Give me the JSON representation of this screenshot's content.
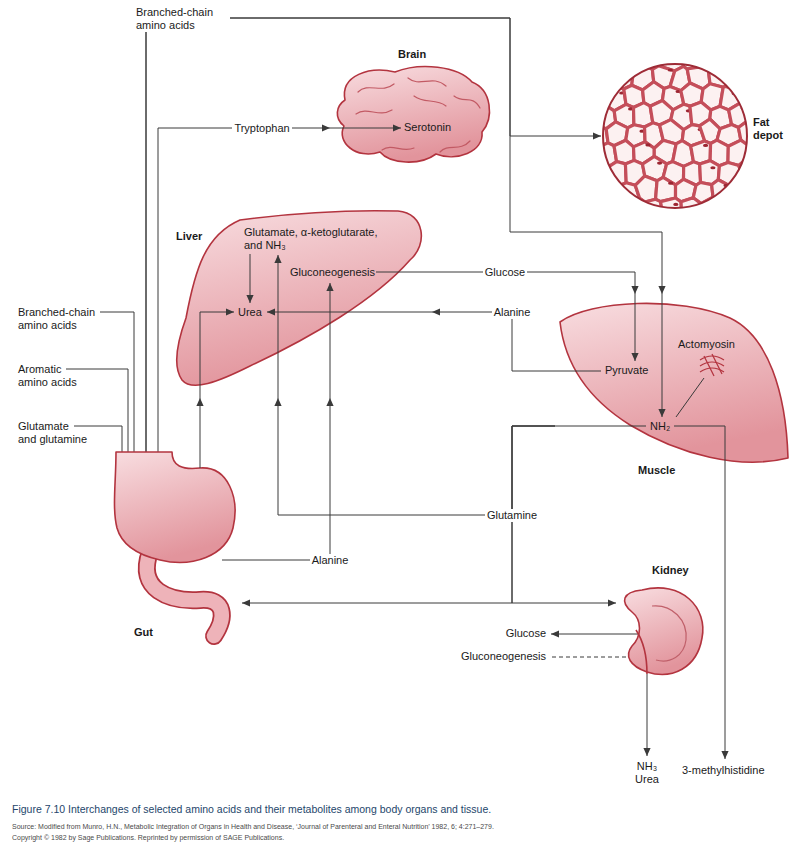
{
  "diagram": {
    "caption": "Figure 7.10 Interchanges of selected amino acids and their metabolites among body organs and tissue.",
    "nodes": [
      {
        "text": [
          "Brain",
          "Serotonin"
        ]
      },
      {
        "text": [
          "Fat depot"
        ]
      },
      {
        "text": [
          "Liver",
          "Glutamate, α-ketoglutarate, and NH₃",
          "Urea",
          "Gluconeogenesis"
        ]
      },
      {
        "text": [
          "Actomyosin",
          "Pyruvate",
          "NH₂",
          "Muscle"
        ]
      },
      {
        "text": [
          "Gut"
        ]
      },
      {
        "text": [
          "Kidney"
        ]
      }
    ],
    "edges": [
      {
        "from": 4,
        "to": 1,
        "label": "Branched-chain amino acids",
        "arrow": "to"
      },
      {
        "from": 4,
        "to": 3,
        "arrow": "to"
      },
      {
        "from": 4,
        "to": 0,
        "label": "Tryptophan",
        "arrow": "to"
      },
      {
        "from": 4,
        "to": 2,
        "arrow": "to"
      },
      {
        "from": 2,
        "to": 3,
        "label": "Glucose",
        "arrow": "to"
      },
      {
        "from": 3,
        "to": 2,
        "label": "Alanine",
        "arrow": "to"
      },
      {
        "from": 3,
        "to": 2,
        "label": "Glutamine",
        "arrow": "to"
      },
      {
        "from": 3,
        "to": 4,
        "arrow": "to"
      },
      {
        "from": 3,
        "to": 5,
        "arrow": "to"
      },
      {
        "from": 4,
        "to": 2,
        "label": "Alanine",
        "arrow": "to"
      }
    ],
    "labels": [
      "Branched-chain amino acids",
      "Aromatic amino acids",
      "Glutamate and glutamine",
      "Glucose",
      "Gluconeogenesis",
      "NH₃ Urea",
      "3-methylhistidine",
      "Source: Modified from Munro, H.N., Metabolic Integration of Organs in Health and Disease, ‘Journal of Parenteral and Enteral Nutrition’ 1982, 6; 4:271–279.",
      "Copyright © 1982 by Sage Publications. Reprinted by permission of SAGE Publications."
    ]
  }
}
